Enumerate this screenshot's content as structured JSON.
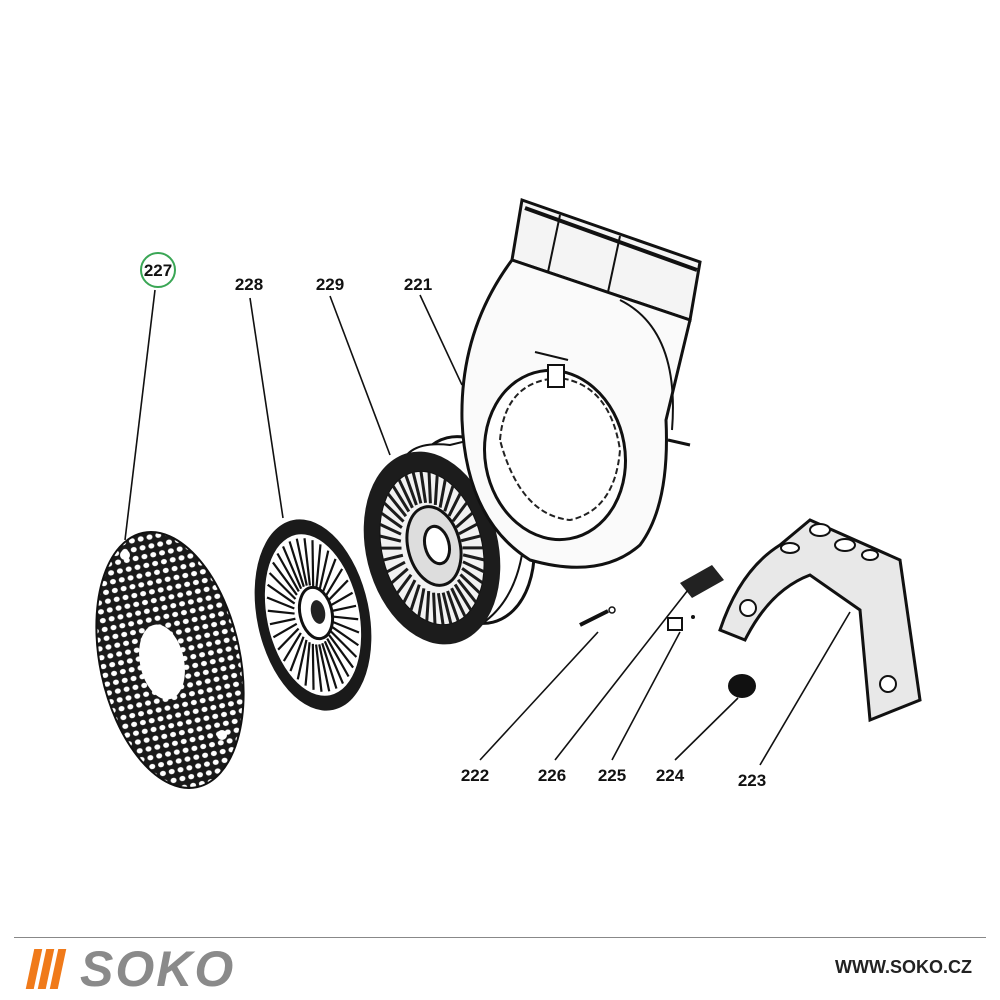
{
  "diagram": {
    "callouts": {
      "c221": "221",
      "c222": "222",
      "c223": "223",
      "c224": "224",
      "c225": "225",
      "c226": "226",
      "c227": "227",
      "c228": "228",
      "c229": "229"
    },
    "highlighted_callout": "227",
    "highlight_color": "#3aa655"
  },
  "footer": {
    "brand": "SOKO",
    "url": "WWW.SOKO.CZ",
    "accent_color": "#f07a1a"
  }
}
